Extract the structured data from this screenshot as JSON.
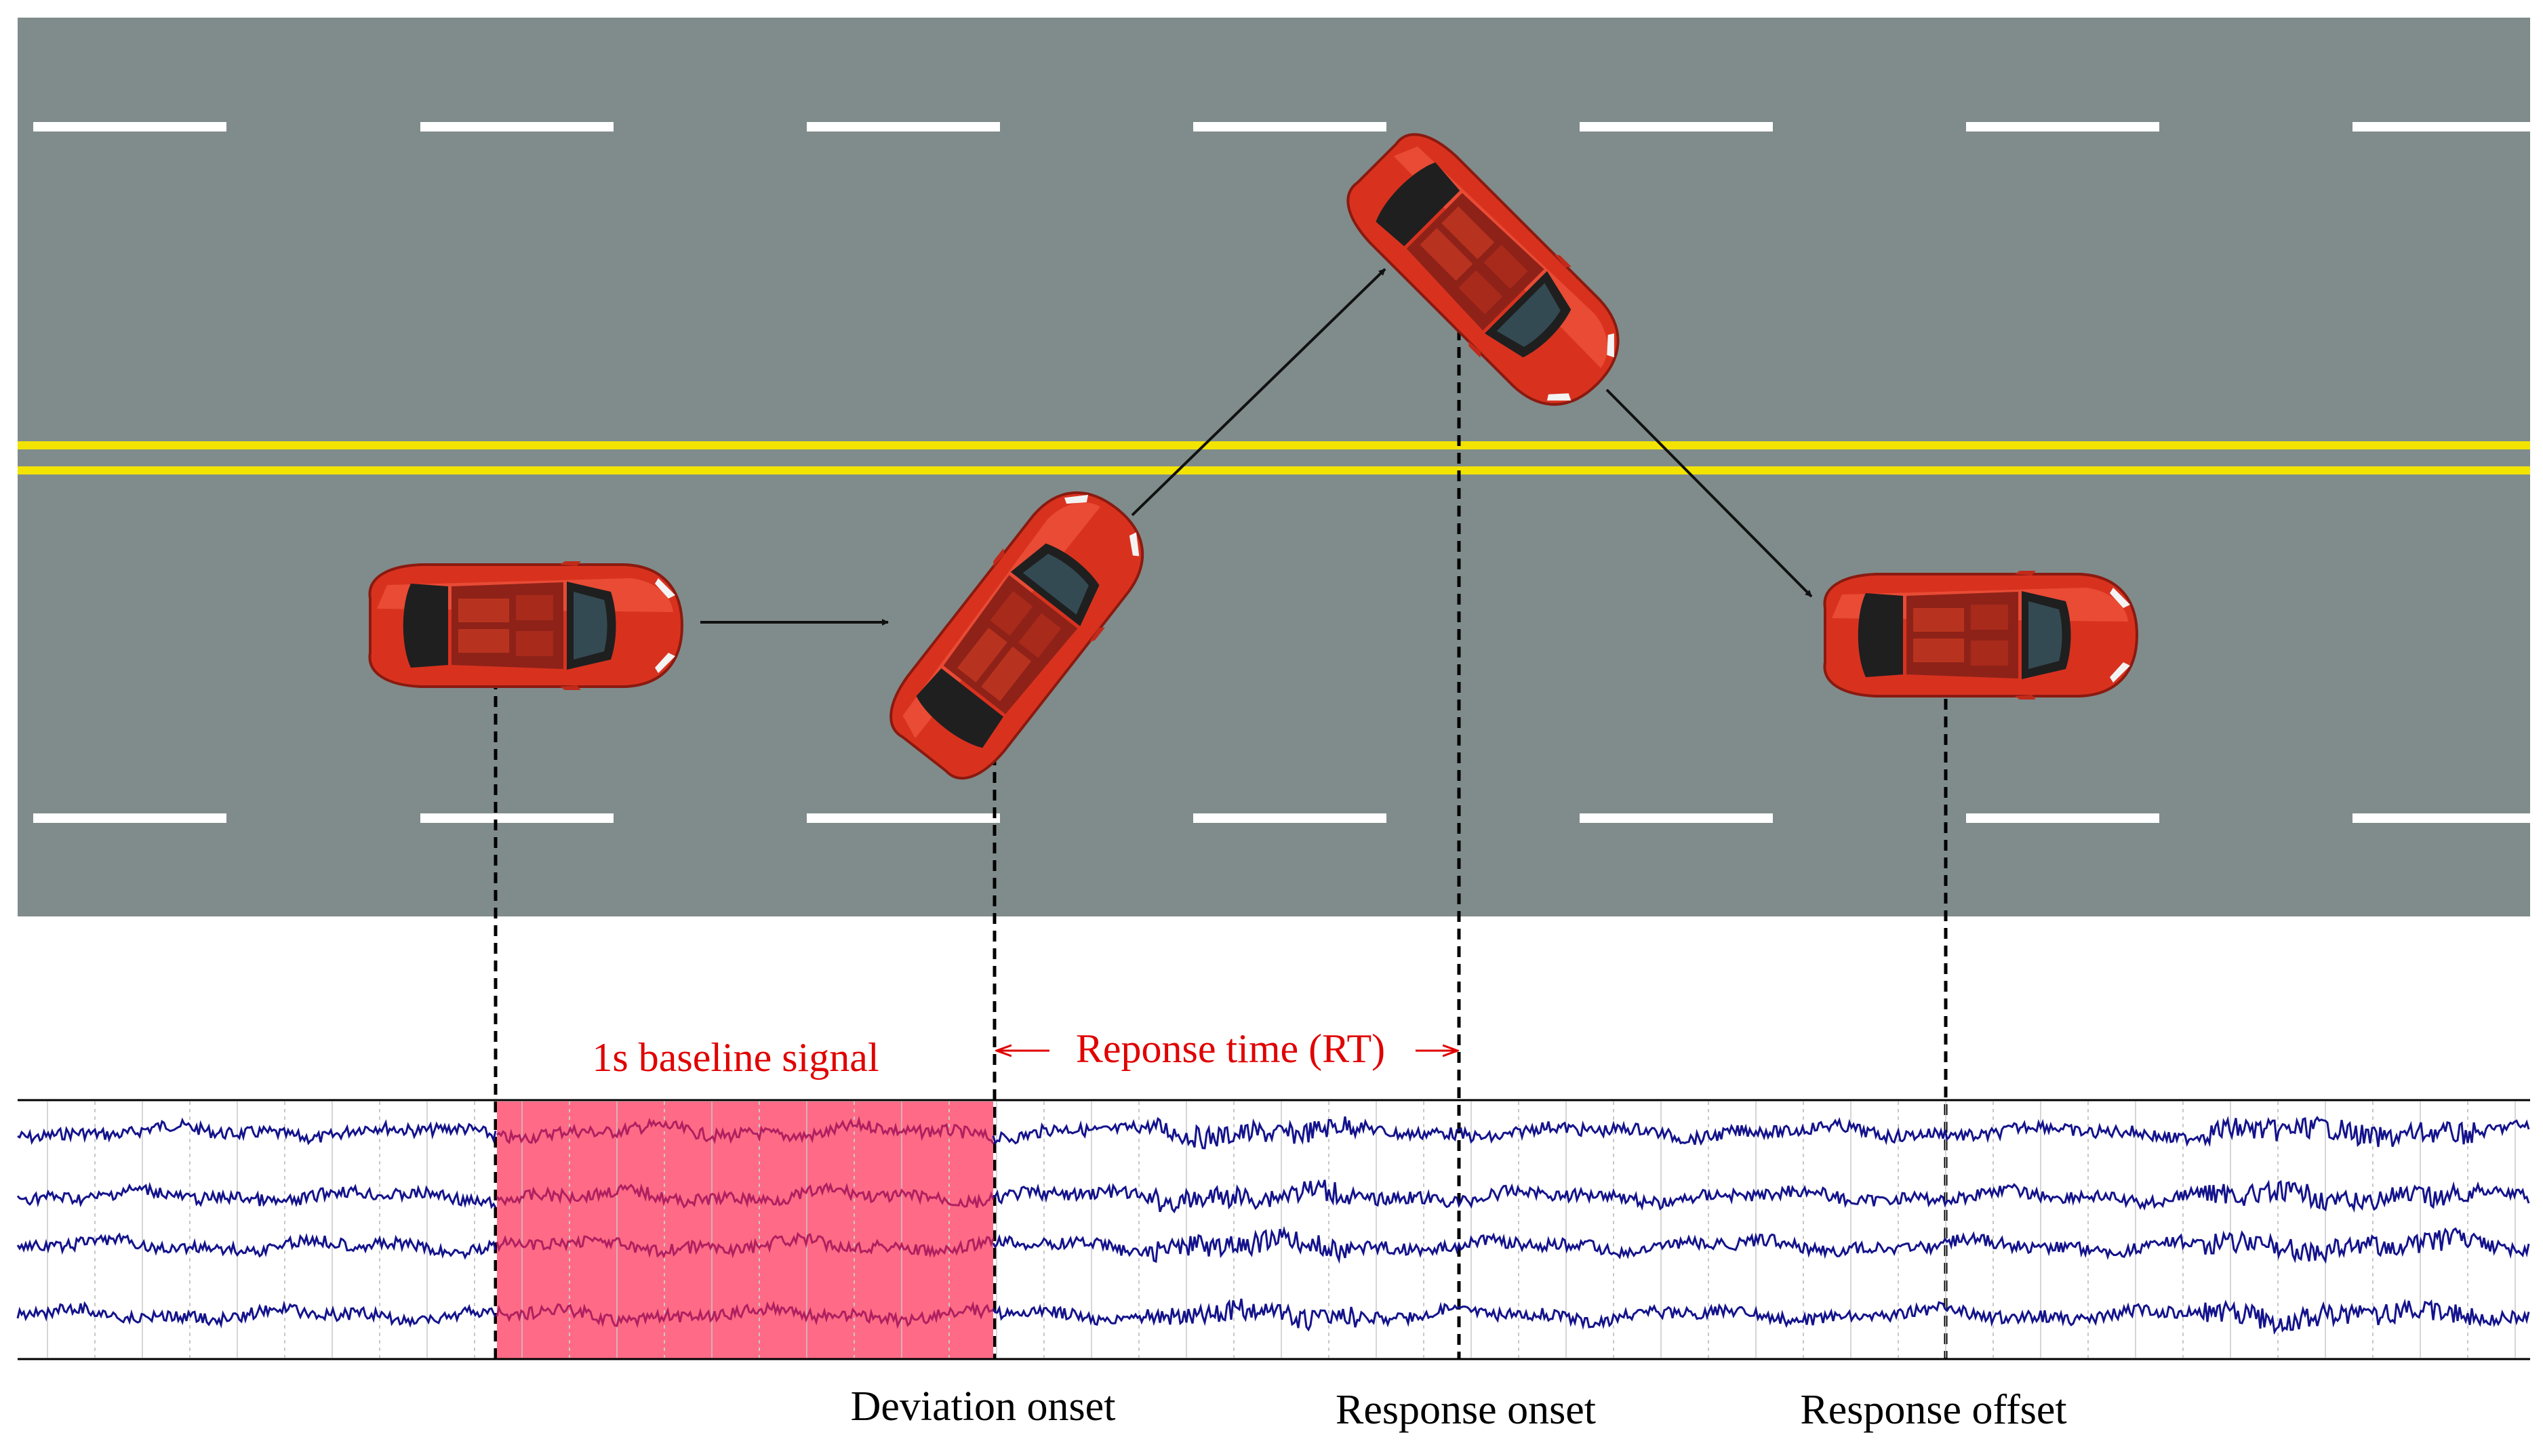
{
  "labels": {
    "baseline": "1s baseline signal",
    "rt": "Reponse time (RT)",
    "deviation_onset": "Deviation onset",
    "response_onset": "Response onset",
    "response_offset": "Response offset"
  },
  "colors": {
    "road": "#7f8c8b",
    "lane_dash": "#ffffff",
    "center_line": "#f2e300",
    "car_body": "#d8321f",
    "car_glass": "#1f1f1f",
    "baseline_fill": "#ff6b86",
    "annotation": "#e00000",
    "eeg_trace": "#14138c",
    "eeg_trace_in_baseline": "#b02060",
    "grid": "#c8c8c8"
  },
  "eeg": {
    "channels": 4
  }
}
